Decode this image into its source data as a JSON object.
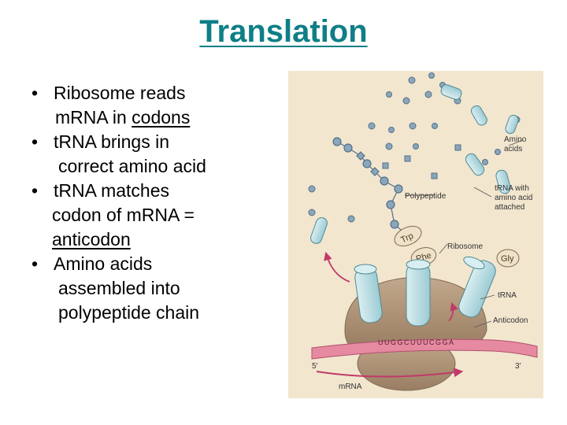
{
  "title": "Translation",
  "bullets": [
    {
      "line1": "Ribosome reads",
      "line2_pre": "m",
      "line2_pre2": "RNA in ",
      "line2_link": "codons"
    },
    {
      "line1": "t",
      "line1b": "RNA brings in",
      "line2": "correct amino acid"
    },
    {
      "line1": "t",
      "line1b": "RNA matches",
      "line2": "codon of m",
      "line2b": "RNA =",
      "line3": "anticodon"
    },
    {
      "line1": "Amino acids",
      "line2": "assembled into",
      "line3": "polypeptide chain"
    }
  ],
  "bullet_symbol": "•",
  "figure": {
    "labels": {
      "amino_acids_1": "Amino",
      "amino_acids_2": "acids",
      "polypeptide": "Polypeptide",
      "trna_attached_1": "tRNA with",
      "trna_attached_2": "amino acid",
      "trna_attached_3": "attached",
      "ribosome": "Ribosome",
      "trna": "tRNA",
      "anticodon": "Anticodon",
      "mrna": "mRNA",
      "five_prime": "5'",
      "three_prime": "3'",
      "trp": "Trp",
      "phe": "Phe",
      "gly": "Gly"
    },
    "codon_letters": "UUGGCUUUCGGA",
    "colors": {
      "background": "#f2e6cf",
      "ribosome": "#a88d73",
      "trna": "#b9dde3",
      "mrna": "#e58aa0",
      "amino": "#8aa6b9",
      "arrow": "#c03a6a"
    }
  }
}
